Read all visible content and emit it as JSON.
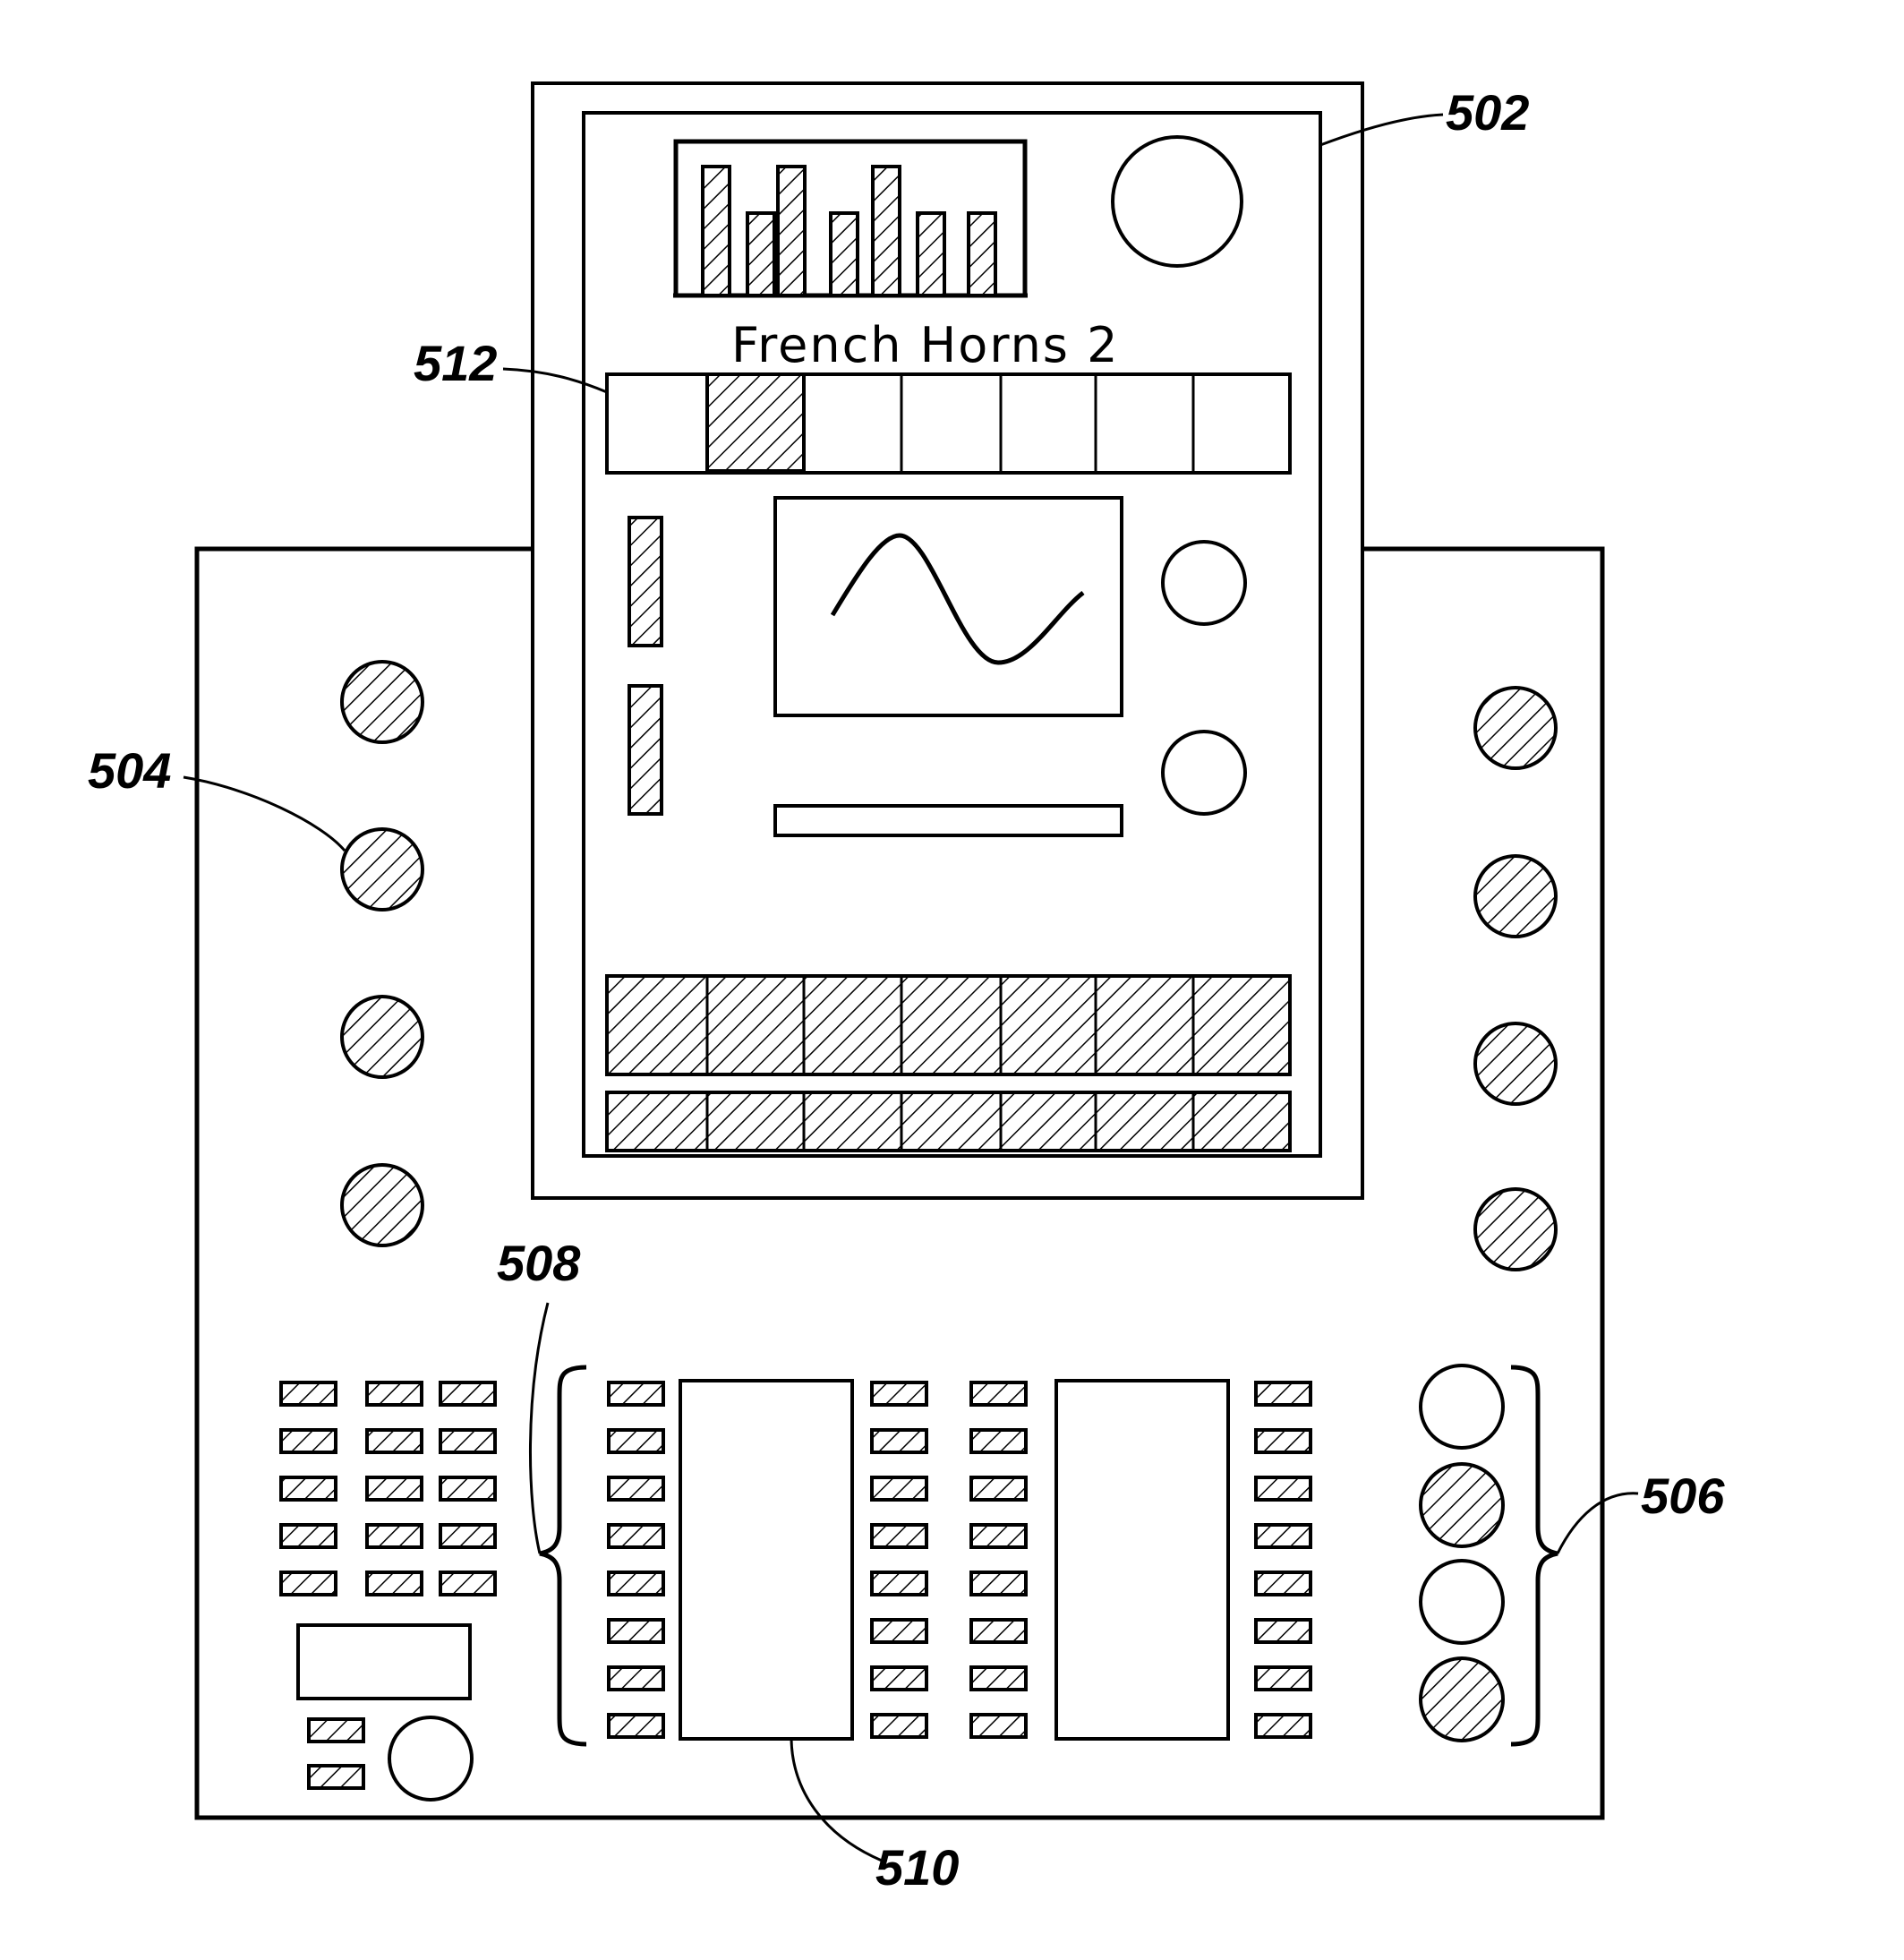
{
  "screen": {
    "title": "French Horns 2"
  },
  "refs": {
    "display_unit": "502",
    "side_knob": "504",
    "right_knob_group": "506",
    "left_key_group": "508",
    "fader_strip": "510",
    "selector_row": "512"
  },
  "colors": {
    "line": "#000000",
    "background": "#ffffff"
  }
}
